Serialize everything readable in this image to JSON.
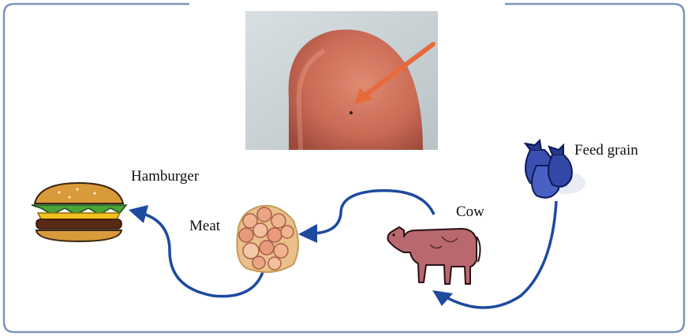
{
  "labels": {
    "feed_grain": "Feed grain",
    "cow": "Cow",
    "meat": "Meat",
    "hamburger": "Hamburger"
  },
  "colors": {
    "frame": "#7d93b8",
    "arrow": "#1e4aa0",
    "pointer_arrow": "#e8693a",
    "feed_bags": "#3a4fb0",
    "cow": "#b9686f"
  },
  "icons": [
    "finger-photo",
    "feed-grain-bags-icon",
    "cow-icon",
    "meat-icon",
    "hamburger-icon"
  ]
}
